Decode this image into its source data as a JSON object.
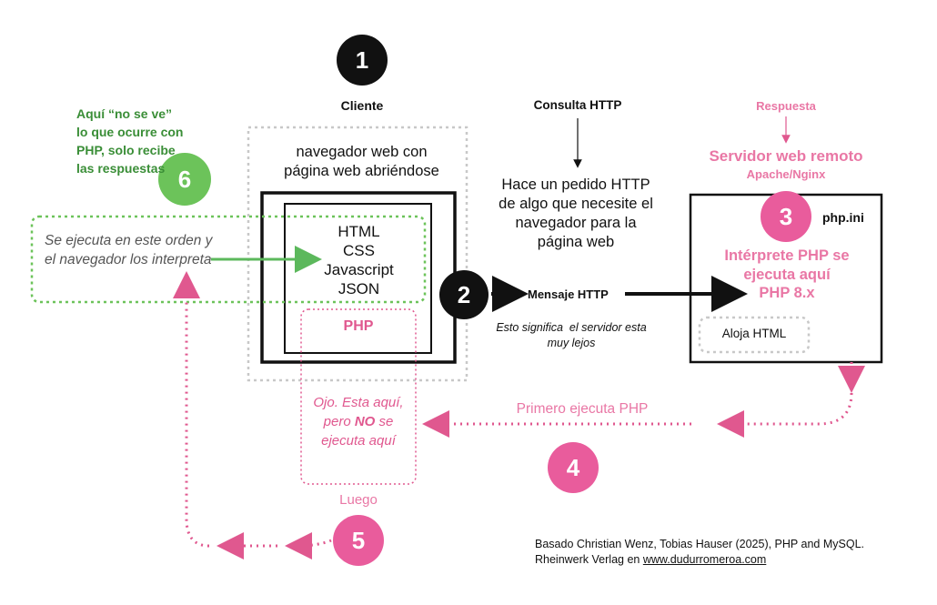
{
  "steps": {
    "step1": "1",
    "step2": "2",
    "step3": "3",
    "step4": "4",
    "step5": "5",
    "step6": "6"
  },
  "colors": {
    "black": "#111111",
    "pink": "#e0588f",
    "green": "#3f9e3f",
    "green_circle": "#6cc35a",
    "gray": "#c8c8c8"
  },
  "client": {
    "title": "Cliente",
    "browser_text": "navegador web con página web abriéndose",
    "technologies": [
      "HTML",
      "CSS",
      "Javascript",
      "JSON"
    ],
    "php_label": "PHP",
    "php_note_pre": "Ojo. Esta aquí, pero ",
    "php_note_emph": "NO",
    "php_note_post": " se ejecuta aquí"
  },
  "green_note": {
    "title": "Aquí “no se ve” lo que ocurre con PHP, solo recibe las respuestas",
    "execution_text": "Se ejecuta en este orden y el navegador los interpreta"
  },
  "http": {
    "query_title": "Consulta HTTP",
    "request_text": "Hace un pedido HTTP de algo que necesite el navegador para la página web",
    "message_label": "Mensaje HTTP",
    "distance_note": "Esto significa  el servidor esta  muy lejos"
  },
  "server": {
    "response_label": "Respuesta",
    "title": "Servidor web remoto",
    "subtitle": "Apache/Nginx",
    "config_file": "php.ini",
    "interpreter_text": "Intérprete PHP se ejecuta aquí",
    "php_version": "PHP 8.x",
    "hosts_html": "Aloja HTML"
  },
  "flow": {
    "first_label": "Primero ejecuta PHP",
    "then_label": "Luego"
  },
  "credit": {
    "line1": "Basado Christian Wenz, Tobias Hauser (2025), PHP and MySQL.",
    "line2_prefix": "Rheinwerk Verlag en ",
    "link": "www.dudurromeroa.com"
  }
}
